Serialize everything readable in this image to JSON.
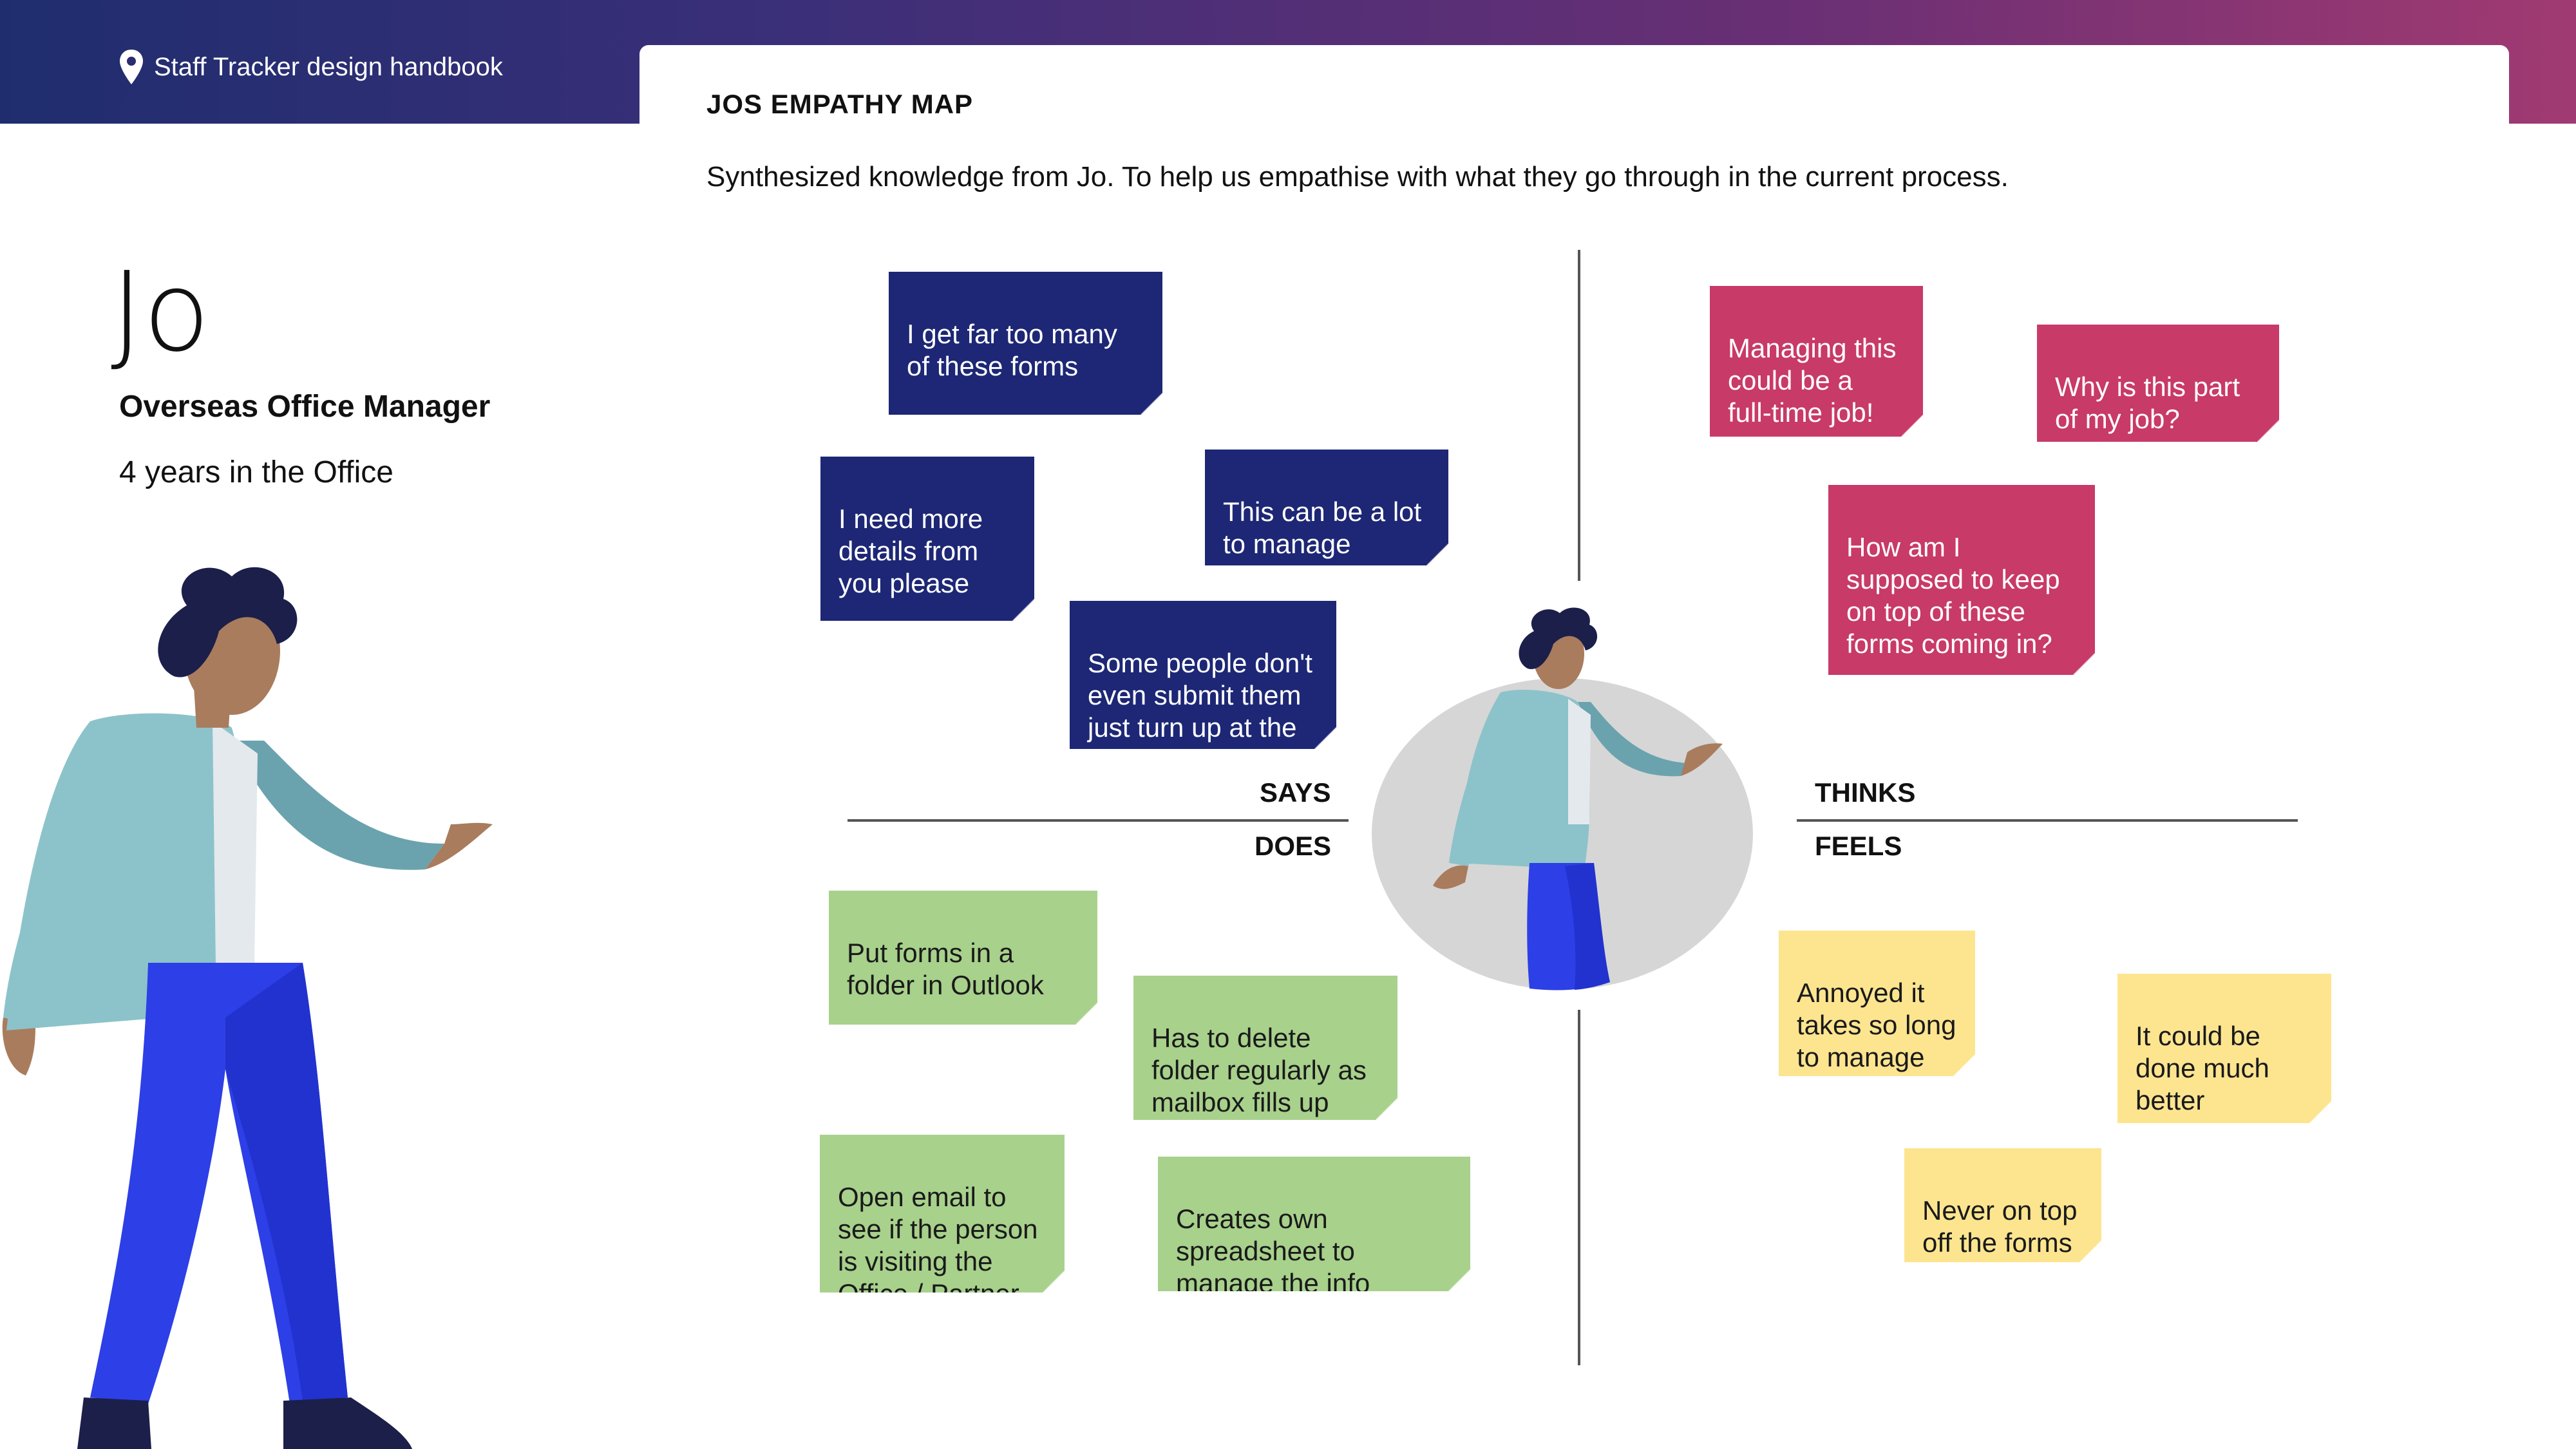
{
  "header": {
    "brand_icon": "location-pin-icon",
    "brand_text": "Staff Tracker design handbook"
  },
  "map": {
    "title": "JOS EMPATHY MAP",
    "description": "Synthesized knowledge from Jo. To help us empathise with what they go through in the current process."
  },
  "persona": {
    "name": "Jo",
    "role": "Overseas Office Manager",
    "tenure": "4 years in the Office"
  },
  "quadrants": {
    "says": "SAYS",
    "thinks": "THINKS",
    "does": "DOES",
    "feels": "FEELS"
  },
  "notes": {
    "says": [
      "I get far too many\nof these forms",
      "I need more\ndetails from\nyou please",
      "This can be a lot\nto manage",
      "Some people don't\neven submit them\njust turn up at the\nOffice"
    ],
    "thinks": [
      "Managing this\ncould be a\nfull-time job!",
      "Why is this part\nof my job?",
      "How am I\nsupposed to keep\non top of these\nforms coming in?"
    ],
    "does": [
      "Put forms in a\nfolder in Outlook",
      "Has to delete\nfolder regularly as\nmailbox fills up",
      "Open email to\nsee if the person\nis visiting the\nOffice / Partner",
      "Creates own\nspreadsheet to\nmanage the info"
    ],
    "feels": [
      "Annoyed it\ntakes so long\nto manage",
      "It could be\ndone much\nbetter",
      "Never on top\noff the forms"
    ]
  },
  "colors": {
    "says": "#1d2775",
    "thinks": "#c83a68",
    "does": "#a8d18c",
    "feels": "#fde590"
  }
}
